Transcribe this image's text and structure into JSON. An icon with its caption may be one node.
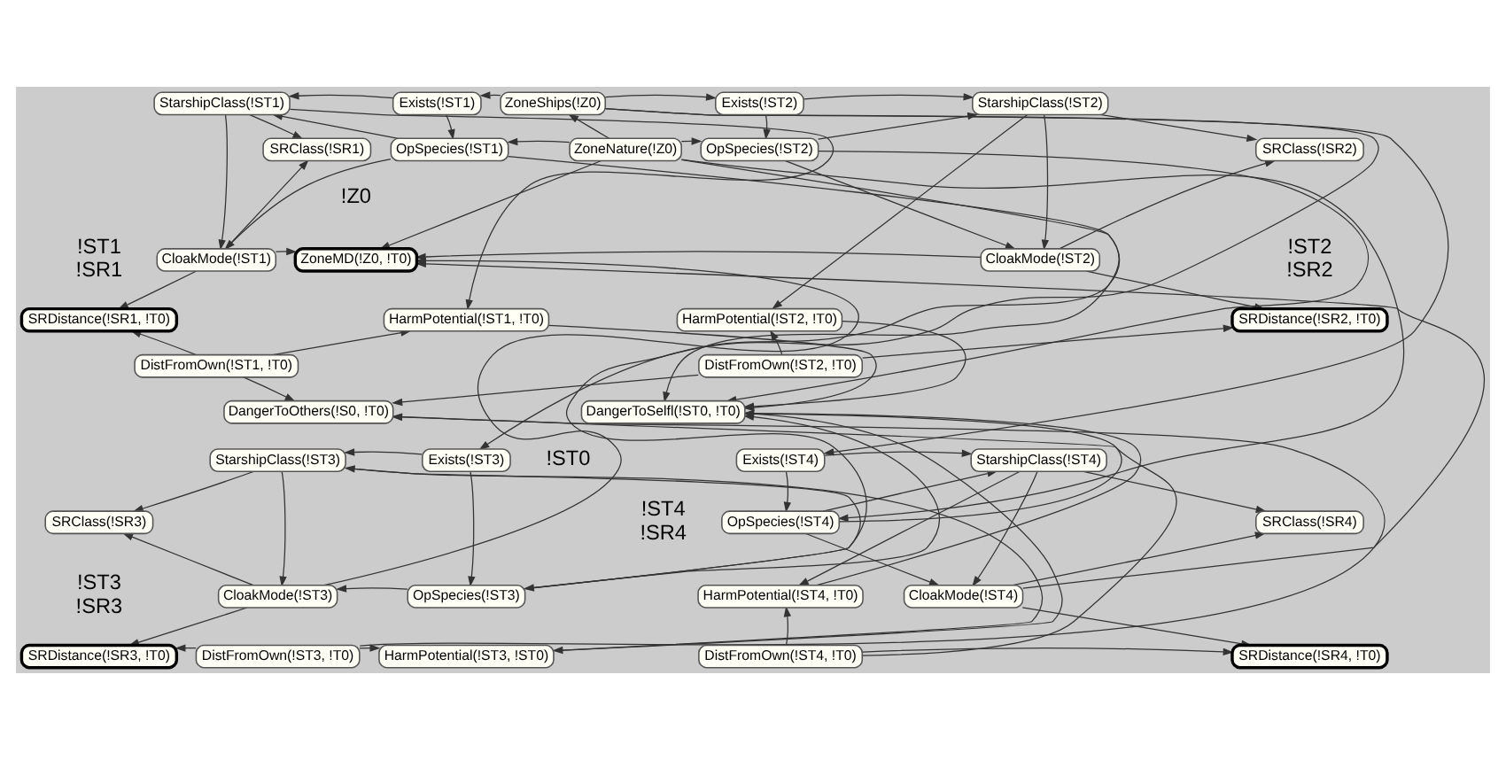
{
  "diagram": {
    "nodes": [
      {
        "text": [
          "StarshipClass(!ST1)"
        ]
      },
      {
        "text": [
          "Exists(!ST1)"
        ]
      },
      {
        "text": [
          "ZoneShips(!Z0)"
        ]
      },
      {
        "text": [
          "Exists(!ST2)"
        ]
      },
      {
        "text": [
          "StarshipClass(!ST2)"
        ]
      },
      {
        "text": [
          "SRClass(!SR1)"
        ]
      },
      {
        "text": [
          "OpSpecies(!ST1)"
        ]
      },
      {
        "text": [
          "ZoneNature(!Z0)"
        ]
      },
      {
        "text": [
          "OpSpecies(!ST2)"
        ]
      },
      {
        "text": [
          "SRClass(!SR2)"
        ]
      },
      {
        "text": [
          "CloakMode(!ST1)"
        ]
      },
      {
        "text": [
          "ZoneMD(!Z0, !T0)"
        ]
      },
      {
        "text": [
          "CloakMode(!ST2)"
        ]
      },
      {
        "text": [
          "HarmPotential(!ST1, !T0)"
        ]
      },
      {
        "text": [
          "HarmPotential(!ST2, !T0)"
        ]
      },
      {
        "text": [
          "SRDistance(!SR1, !T0)"
        ]
      },
      {
        "text": [
          "SRDistance(!SR2, !T0)"
        ]
      },
      {
        "text": [
          "DistFromOwn(!ST1, !T0)"
        ]
      },
      {
        "text": [
          "DistFromOwn(!ST2, !T0)"
        ]
      },
      {
        "text": [
          "DangerToOthers(!S0, !T0)"
        ]
      },
      {
        "text": [
          "DangerToSelfl(!ST0, !T0)"
        ]
      },
      {
        "text": [
          "StarshipClass(!ST3)"
        ]
      },
      {
        "text": [
          "Exists(!ST3)"
        ]
      },
      {
        "text": [
          "Exists(!ST4)"
        ]
      },
      {
        "text": [
          "SRClass(!SR3)"
        ]
      },
      {
        "text": [
          "StarshipClass(!ST4)"
        ]
      },
      {
        "text": [
          "CloakMode(!ST3)"
        ]
      },
      {
        "text": [
          "OpSpecies(!ST3)"
        ]
      },
      {
        "text": [
          "OpSpecies(!ST4)"
        ]
      },
      {
        "text": [
          "SRClass(!SR4)"
        ]
      },
      {
        "text": [
          "HarmPotential(!ST4, !T0)"
        ]
      },
      {
        "text": [
          "SRDistance(!SR3, !T0)"
        ]
      },
      {
        "text": [
          "HarmPotential(!ST3, !ST0)"
        ]
      },
      {
        "text": [
          "CloakMode(!ST4)"
        ]
      },
      {
        "text": [
          "DistFromOwn(!ST3, !T0)"
        ]
      },
      {
        "text": [
          "DistFromOwn(!ST4, !T0)"
        ]
      },
      {
        "text": [
          "SRDistance(!SR4, !T0)"
        ]
      }
    ],
    "edges": [
      {
        "from": 2,
        "to": 1,
        "arrow": "to"
      },
      {
        "from": 2,
        "to": 3,
        "arrow": "to"
      },
      {
        "from": 2,
        "to": 22,
        "arrow": "to"
      },
      {
        "from": 2,
        "to": 23,
        "arrow": "to"
      },
      {
        "from": 7,
        "to": 2,
        "arrow": "to"
      },
      {
        "from": 7,
        "to": 6,
        "arrow": "to"
      },
      {
        "from": 7,
        "to": 8,
        "arrow": "to"
      },
      {
        "from": 7,
        "to": 11,
        "arrow": "to"
      },
      {
        "from": 7,
        "to": 27,
        "arrow": "to"
      },
      {
        "from": 7,
        "to": 28,
        "arrow": "to"
      },
      {
        "from": 1,
        "to": 0,
        "arrow": "to"
      },
      {
        "from": 1,
        "to": 6,
        "arrow": "to"
      },
      {
        "from": 6,
        "to": 0,
        "arrow": "to"
      },
      {
        "from": 0,
        "to": 5,
        "arrow": "to"
      },
      {
        "from": 0,
        "to": 10,
        "arrow": "to"
      },
      {
        "from": 0,
        "to": 13,
        "arrow": "to"
      },
      {
        "from": 6,
        "to": 10,
        "arrow": "to"
      },
      {
        "from": 10,
        "to": 5,
        "arrow": "to"
      },
      {
        "from": 10,
        "to": 15,
        "arrow": "to"
      },
      {
        "from": 10,
        "to": 11,
        "arrow": "to"
      },
      {
        "from": 17,
        "to": 15,
        "arrow": "to"
      },
      {
        "from": 17,
        "to": 13,
        "arrow": "to"
      },
      {
        "from": 17,
        "to": 19,
        "arrow": "to"
      },
      {
        "from": 6,
        "to": 20,
        "arrow": "to"
      },
      {
        "from": 13,
        "to": 20,
        "arrow": "to"
      },
      {
        "from": 3,
        "to": 4,
        "arrow": "to"
      },
      {
        "from": 3,
        "to": 8,
        "arrow": "to"
      },
      {
        "from": 8,
        "to": 4,
        "arrow": "to"
      },
      {
        "from": 4,
        "to": 9,
        "arrow": "to"
      },
      {
        "from": 4,
        "to": 12,
        "arrow": "to"
      },
      {
        "from": 4,
        "to": 14,
        "arrow": "to"
      },
      {
        "from": 8,
        "to": 12,
        "arrow": "to"
      },
      {
        "from": 12,
        "to": 9,
        "arrow": "to"
      },
      {
        "from": 12,
        "to": 16,
        "arrow": "to"
      },
      {
        "from": 12,
        "to": 11,
        "arrow": "to"
      },
      {
        "from": 18,
        "to": 16,
        "arrow": "to"
      },
      {
        "from": 18,
        "to": 14,
        "arrow": "to"
      },
      {
        "from": 18,
        "to": 19,
        "arrow": "to"
      },
      {
        "from": 8,
        "to": 20,
        "arrow": "to"
      },
      {
        "from": 14,
        "to": 20,
        "arrow": "to"
      },
      {
        "from": 22,
        "to": 21,
        "arrow": "to"
      },
      {
        "from": 22,
        "to": 27,
        "arrow": "to"
      },
      {
        "from": 27,
        "to": 21,
        "arrow": "to"
      },
      {
        "from": 21,
        "to": 24,
        "arrow": "to"
      },
      {
        "from": 21,
        "to": 26,
        "arrow": "to"
      },
      {
        "from": 21,
        "to": 32,
        "arrow": "to"
      },
      {
        "from": 27,
        "to": 26,
        "arrow": "to"
      },
      {
        "from": 26,
        "to": 24,
        "arrow": "to"
      },
      {
        "from": 26,
        "to": 31,
        "arrow": "to"
      },
      {
        "from": 26,
        "to": 11,
        "arrow": "to"
      },
      {
        "from": 34,
        "to": 31,
        "arrow": "to"
      },
      {
        "from": 34,
        "to": 32,
        "arrow": "to"
      },
      {
        "from": 34,
        "to": 19,
        "arrow": "to"
      },
      {
        "from": 27,
        "to": 20,
        "arrow": "to"
      },
      {
        "from": 32,
        "to": 20,
        "arrow": "to"
      },
      {
        "from": 23,
        "to": 25,
        "arrow": "to"
      },
      {
        "from": 23,
        "to": 28,
        "arrow": "to"
      },
      {
        "from": 28,
        "to": 25,
        "arrow": "to"
      },
      {
        "from": 25,
        "to": 29,
        "arrow": "to"
      },
      {
        "from": 25,
        "to": 33,
        "arrow": "to"
      },
      {
        "from": 25,
        "to": 30,
        "arrow": "to"
      },
      {
        "from": 28,
        "to": 33,
        "arrow": "to"
      },
      {
        "from": 33,
        "to": 29,
        "arrow": "to"
      },
      {
        "from": 33,
        "to": 36,
        "arrow": "to"
      },
      {
        "from": 33,
        "to": 11,
        "arrow": "to"
      },
      {
        "from": 35,
        "to": 30,
        "arrow": "to"
      },
      {
        "from": 35,
        "to": 36,
        "arrow": "to"
      },
      {
        "from": 35,
        "to": 19,
        "arrow": "to"
      },
      {
        "from": 28,
        "to": 20,
        "arrow": "to"
      },
      {
        "from": 30,
        "to": 20,
        "arrow": "to"
      }
    ],
    "labels": [
      "!Z0",
      "!ST1 !SR1",
      "!ST2 !SR2",
      "!ST0",
      "!ST4 !SR4",
      "!ST3 !SR3"
    ]
  }
}
